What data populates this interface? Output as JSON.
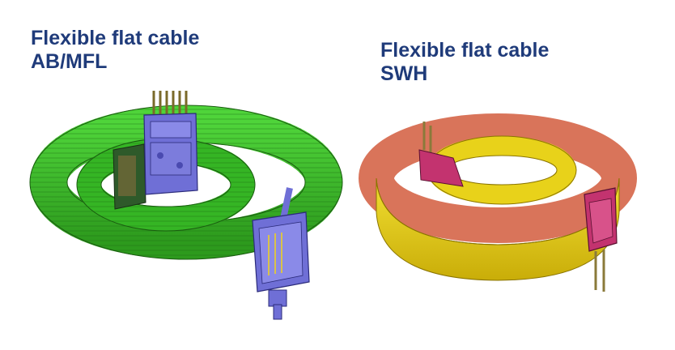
{
  "left_caption": {
    "line1": "Flexible flat cable",
    "line2": "AB/MFL"
  },
  "right_caption": {
    "line1": "Flexible flat cable",
    "line2": "SWH"
  },
  "colors": {
    "caption_text": "#1f3b7a",
    "green_cable": "#3fbf2a",
    "purple_connector": "#6f6fd6",
    "yellow_cable": "#e8d21a",
    "orange_cable": "#d9745a",
    "magenta_connector": "#c3336f"
  }
}
